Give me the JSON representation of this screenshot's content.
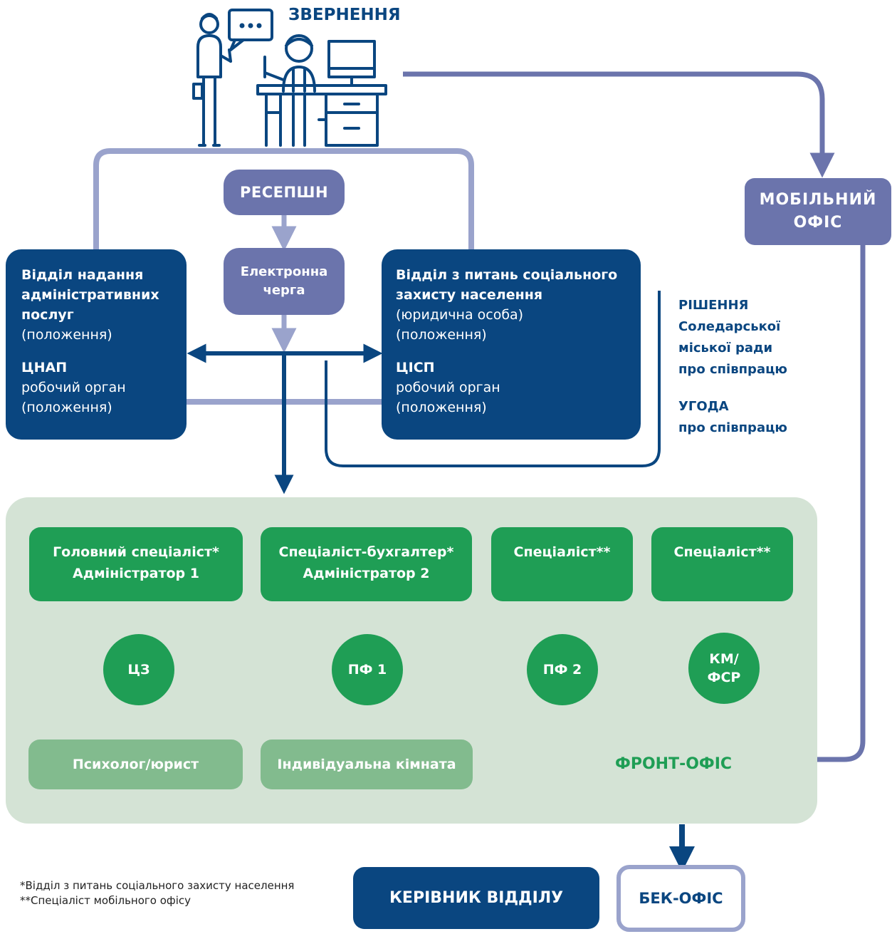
{
  "header": {
    "title": "ЗВЕРНЕННЯ"
  },
  "reception": "РЕСЕПШН",
  "queue": {
    "line1": "Електронна",
    "line2": "черга"
  },
  "mobile_office": {
    "line1": "МОБІЛЬНИЙ",
    "line2": "ОФІС"
  },
  "admin_dept": {
    "l1": "Відділ надання",
    "l2": "адміністративних",
    "l3": "послуг",
    "l4": "(положення)",
    "l5": "ЦНАП",
    "l6": "робочий орган",
    "l7": "(положення)"
  },
  "social_dept": {
    "l1": "Відділ з питань соціального",
    "l2": "захисту населення",
    "l3": "(юридична особа)",
    "l4": "(положення)",
    "l5": "ЦІСП",
    "l6": "робочий орган",
    "l7": "(положення)"
  },
  "decision": {
    "l1": "РІШЕННЯ",
    "l2": "Соледарської",
    "l3": "міської ради",
    "l4": "про співпрацю",
    "l5": "УГОДА",
    "l6": "про співпрацю"
  },
  "front_office": {
    "title": "ФРОНТ-ОФІС",
    "specialists": [
      {
        "l1": "Головний спеціаліст*",
        "l2": "Адміністратор 1"
      },
      {
        "l1": "Спеціаліст-бухгалтер*",
        "l2": "Адміністратор 2"
      },
      {
        "l1": "Спеціаліст**",
        "l2": ""
      },
      {
        "l1": "Спеціаліст**",
        "l2": ""
      }
    ],
    "circles": [
      {
        "l1": "ЦЗ",
        "l2": ""
      },
      {
        "l1": "ПФ 1",
        "l2": ""
      },
      {
        "l1": "ПФ 2",
        "l2": ""
      },
      {
        "l1": "КМ/",
        "l2": "ФСР"
      }
    ],
    "rooms": [
      "Психолог/юрист",
      "Індивідуальна кімната"
    ]
  },
  "footnotes": {
    "n1": "*Відділ з питань соціального захисту населення",
    "n2": "**Спеціаліст мобільного офісу"
  },
  "head": "КЕРІВНИК ВІДДІЛУ",
  "back_office": "БЕК-ОФІС",
  "colors": {
    "navy": "#0a4680",
    "slate": "#6b74ac",
    "light_slate": "#9aa3cc",
    "green": "#1f9e55",
    "light_green": "#82bb8e",
    "panel_green": "#d4e3d5"
  }
}
